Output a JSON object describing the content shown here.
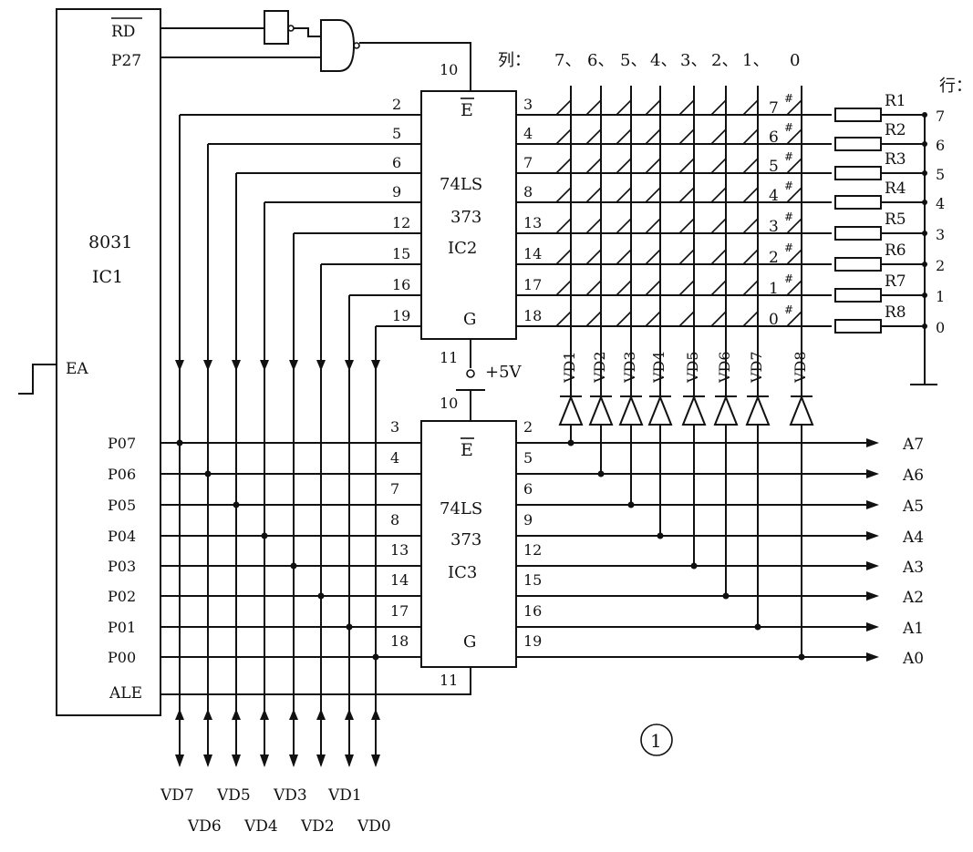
{
  "ic1": {
    "chip": "8031",
    "ref": "IC1",
    "pins": {
      "rd": "RD",
      "p27": "P27",
      "ea": "EA",
      "ale": "ALE",
      "p0": [
        "P07",
        "P06",
        "P05",
        "P04",
        "P03",
        "P02",
        "P01",
        "P00"
      ]
    }
  },
  "ic2": {
    "chip": "74LS",
    "number": "373",
    "ref": "IC2",
    "e": "E",
    "g": "G",
    "pin_e": "10",
    "pin_gnd": "11",
    "in_pins": [
      "2",
      "5",
      "6",
      "9",
      "12",
      "15",
      "16",
      "19"
    ],
    "out_pins": [
      "3",
      "4",
      "7",
      "8",
      "13",
      "14",
      "17",
      "18"
    ]
  },
  "ic3": {
    "chip": "74LS",
    "number": "373",
    "ref": "IC3",
    "e": "E",
    "g": "G",
    "pin_e": "10",
    "pin_gnd": "11",
    "in_pins": [
      "3",
      "4",
      "7",
      "8",
      "13",
      "14",
      "17",
      "18"
    ],
    "out_pins": [
      "2",
      "5",
      "6",
      "9",
      "12",
      "15",
      "16",
      "19"
    ]
  },
  "supply": "+5V",
  "columns_title": "列：",
  "columns": [
    "7、",
    "6、",
    "5、",
    "4、",
    "3、",
    "2、",
    "1、",
    "0"
  ],
  "rows_title": "行：",
  "rows": [
    "7",
    "6",
    "5",
    "4",
    "3",
    "2",
    "1",
    "0"
  ],
  "keys": [
    "7#",
    "6#",
    "5#",
    "4#",
    "3#",
    "2#",
    "1#",
    "0#"
  ],
  "resistors": [
    "R1",
    "R2",
    "R3",
    "R4",
    "R5",
    "R6",
    "R7",
    "R8"
  ],
  "diodes": [
    "VD1",
    "VD2",
    "VD3",
    "VD4",
    "VD5",
    "VD6",
    "VD7",
    "VD8"
  ],
  "addresses": [
    "A7",
    "A6",
    "A5",
    "A4",
    "A3",
    "A2",
    "A1",
    "A0"
  ],
  "bus_labels_top": [
    "VD7",
    "VD5",
    "VD3",
    "VD1"
  ],
  "bus_labels_bottom": [
    "VD6",
    "VD4",
    "VD2",
    "VD0"
  ],
  "figure_number": "1"
}
